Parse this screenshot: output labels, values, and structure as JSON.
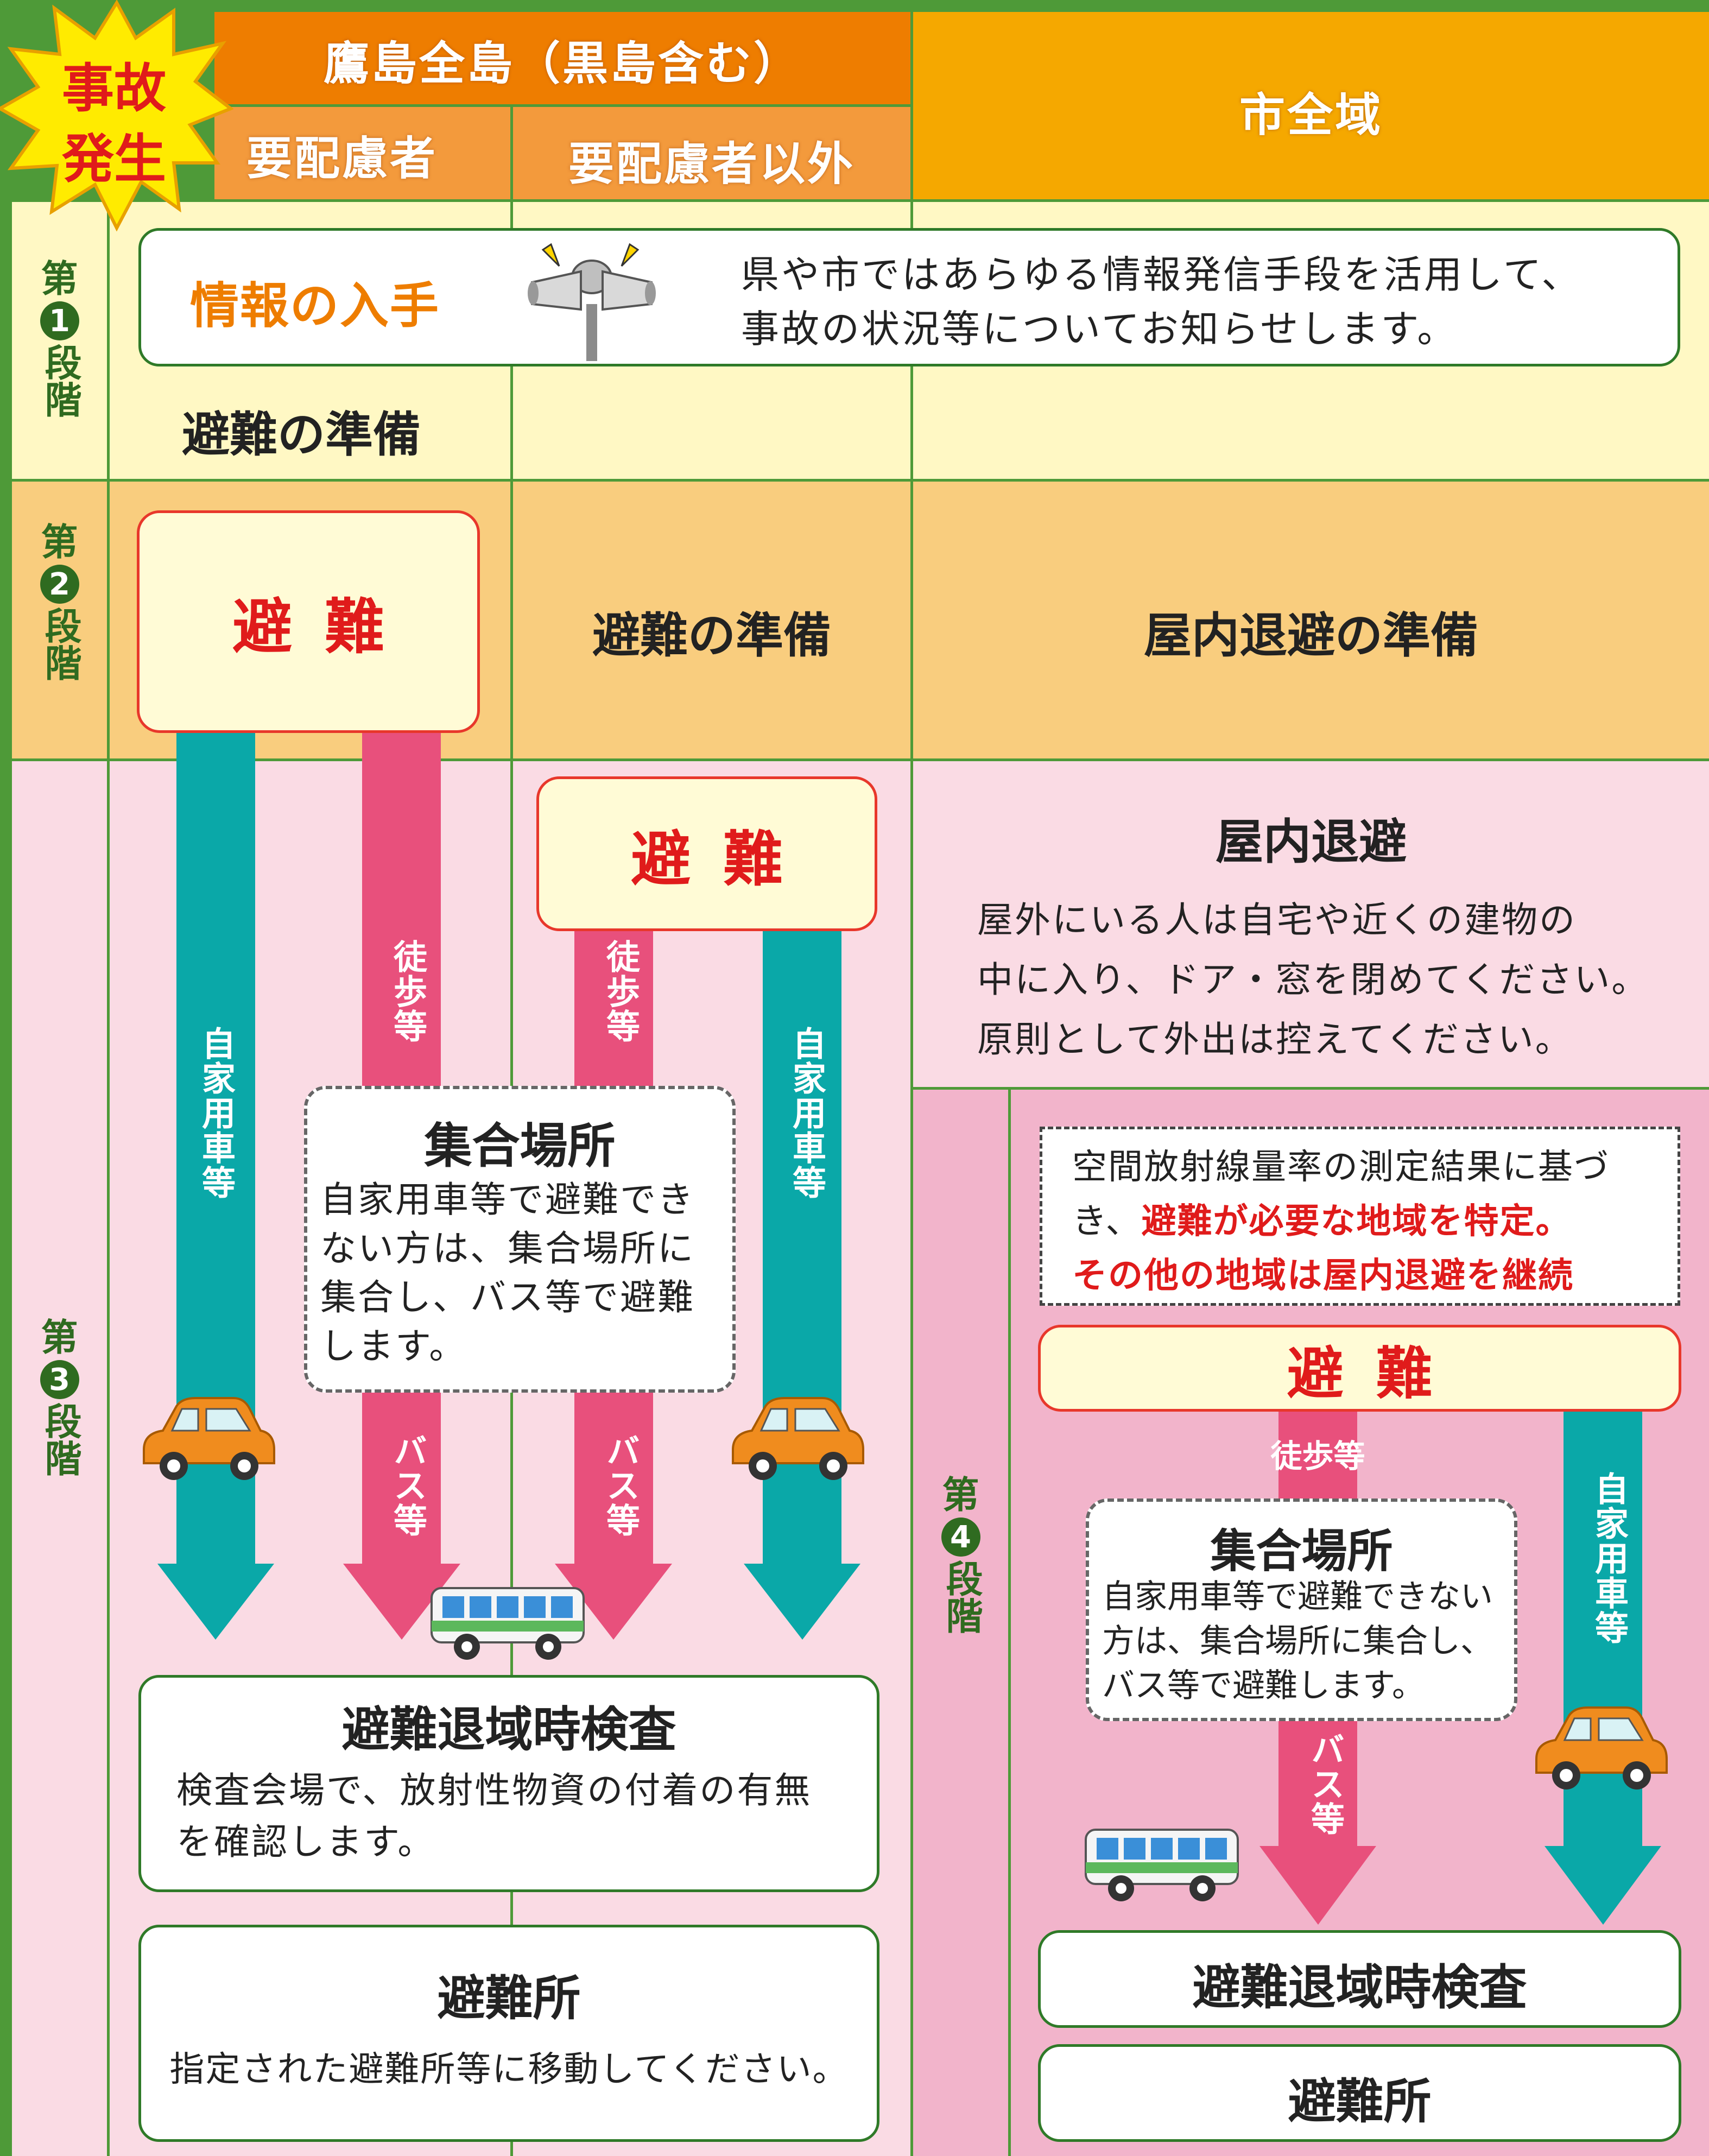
{
  "header": {
    "burst_line1": "事故",
    "burst_line2": "発生",
    "takashima_title": "鷹島全島（黒島含む）",
    "col_vulnerable": "要配慮者",
    "col_other": "要配慮者以外",
    "col_city": "市全域"
  },
  "stages": [
    {
      "prefix": "第",
      "number": "1",
      "suffix": "段階"
    },
    {
      "prefix": "第",
      "number": "2",
      "suffix": "段階"
    },
    {
      "prefix": "第",
      "number": "3",
      "suffix": "段階"
    },
    {
      "prefix": "第",
      "number": "4",
      "suffix": "段階"
    }
  ],
  "stage1": {
    "info_label": "情報の入手",
    "info_line1": "県や市ではあらゆる情報発信手段を活用して、",
    "info_line2": "事故の状況等についてお知らせします。",
    "prepare": "避難の準備"
  },
  "stage2": {
    "evacuate": "避難",
    "prepare_evac": "避難の準備",
    "prepare_indoor": "屋内退避の準備"
  },
  "stage3": {
    "evacuate": "避難",
    "car_label": "自家用車等",
    "walk_label": "徒歩等",
    "bus_label": "バス等",
    "gather_title": "集合場所",
    "gather_lines": [
      "自家用車等で避難でき",
      "ない方は、集合場所に",
      "集合し、バス等で避難",
      "します。"
    ],
    "screening_title": "避難退域時検査",
    "screening_lines": [
      "検査会場で、放射性物資の付着の有無",
      "を確認します。"
    ],
    "shelter_title": "避難所",
    "shelter_text": "指定された避難所等に移動してください。",
    "indoor_title": "屋内退避",
    "indoor_lines": [
      "屋外にいる人は自宅や近くの建物の",
      "中に入り、ドア・窓を閉めてください。",
      "原則として外出は控えてください。"
    ]
  },
  "stage4": {
    "note_line1": "空間放射線量率の測定結果に基づ",
    "note_line2a": "き、",
    "note_line2b": "避難が必要な地域を特定。",
    "note_line3": "その他の地域は屋内退避を継続",
    "evacuate": "避難",
    "walk_label": "徒歩等",
    "car_label": "自家用車等",
    "bus_label": "バス等",
    "gather_title": "集合場所",
    "gather_lines": [
      "自家用車等で避難できない",
      "方は、集合場所に集合し、",
      "バス等で避難します。"
    ],
    "screening_title": "避難退域時検査",
    "shelter_title": "避難所"
  },
  "colors": {
    "frame_green": "#4e9a38",
    "header_orange": "#ee7d00",
    "header_light_orange": "#f39a3c",
    "header_yellow": "#f5a800",
    "stage1_bg": "#fff8c4",
    "stage2_bg": "#f9cd7e",
    "stage3_bg": "#fadbe4",
    "stage4_bg": "#f2b4cb",
    "teal_arrow": "#0aa8a8",
    "pink_arrow": "#e8507c",
    "red_text": "#e01b1b"
  },
  "icons": [
    "speaker-icon",
    "car-icon",
    "bus-icon",
    "explosion-burst-icon"
  ]
}
